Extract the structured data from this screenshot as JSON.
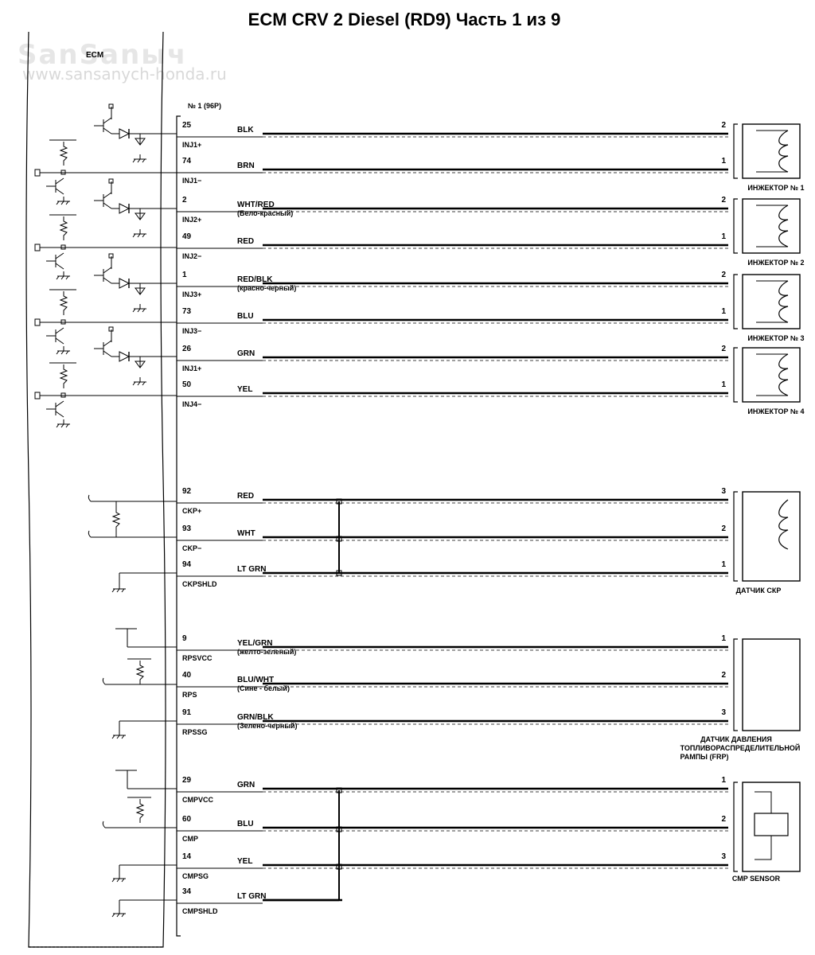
{
  "title": "ECM CRV 2 Diesel (RD9) Часть 1 из 9",
  "watermark": {
    "name": "SanSanыч",
    "url": "www.sansanych-honda.ru"
  },
  "ecm_label": "ECM",
  "connector_label": "№ 1 (96P)",
  "wires": [
    {
      "pin": "25",
      "color": "BLK",
      "color_note": "",
      "signal": "INJ1+",
      "comp_pin": "2"
    },
    {
      "pin": "74",
      "color": "BRN",
      "color_note": "",
      "signal": "INJ1−",
      "comp_pin": "1"
    },
    {
      "pin": "2",
      "color": "WHT/RED",
      "color_note": "(Бело-красный)",
      "signal": "INJ2+",
      "comp_pin": "2"
    },
    {
      "pin": "49",
      "color": "RED",
      "color_note": "",
      "signal": "INJ2−",
      "comp_pin": "1"
    },
    {
      "pin": "1",
      "color": "RED/BLK",
      "color_note": "(красно-черный)",
      "signal": "INJ3+",
      "comp_pin": "2"
    },
    {
      "pin": "73",
      "color": "BLU",
      "color_note": "",
      "signal": "INJ3−",
      "comp_pin": "1"
    },
    {
      "pin": "26",
      "color": "GRN",
      "color_note": "",
      "signal": "INJ1+",
      "comp_pin": "2"
    },
    {
      "pin": "50",
      "color": "YEL",
      "color_note": "",
      "signal": "INJ4−",
      "comp_pin": "1"
    },
    {
      "pin": "92",
      "color": "RED",
      "color_note": "",
      "signal": "CKP+",
      "comp_pin": "3"
    },
    {
      "pin": "93",
      "color": "WHT",
      "color_note": "",
      "signal": "CKP−",
      "comp_pin": "2"
    },
    {
      "pin": "94",
      "color": "LT GRN",
      "color_note": "",
      "signal": "CKPSHLD",
      "comp_pin": "1"
    },
    {
      "pin": "9",
      "color": "YEL/GRN",
      "color_note": "(желто-зеленый)",
      "signal": "RPSVCC",
      "comp_pin": "1"
    },
    {
      "pin": "40",
      "color": "BLU/WHT",
      "color_note": "(Сине - белый)",
      "signal": "RPS",
      "comp_pin": "2"
    },
    {
      "pin": "91",
      "color": "GRN/BLK",
      "color_note": "(Зелено-черный)",
      "signal": "RPSSG",
      "comp_pin": "3"
    },
    {
      "pin": "29",
      "color": "GRN",
      "color_note": "",
      "signal": "CMPVCC",
      "comp_pin": "1"
    },
    {
      "pin": "60",
      "color": "BLU",
      "color_note": "",
      "signal": "CMP",
      "comp_pin": "2"
    },
    {
      "pin": "14",
      "color": "YEL",
      "color_note": "",
      "signal": "CMPSG",
      "comp_pin": "3"
    },
    {
      "pin": "34",
      "color": "LT GRN",
      "color_note": "",
      "signal": "CMPSHLD",
      "comp_pin": ""
    }
  ],
  "components": [
    {
      "label": "ИНЖЕКТОР № 1"
    },
    {
      "label": "ИНЖЕКТОР № 2"
    },
    {
      "label": "ИНЖЕКТОР № 3"
    },
    {
      "label": "ИНЖЕКТОР № 4"
    },
    {
      "label": "ДАТЧИК СКР"
    },
    {
      "label": "ДАТЧИК ДАВЛЕНИЯ"
    },
    {
      "label": "ТОПЛИВОРАСПРЕДЕЛИТЕЛЬНОЙ"
    },
    {
      "label": "РАМПЫ (FRP)"
    },
    {
      "label": "CMP SENSOR"
    }
  ]
}
